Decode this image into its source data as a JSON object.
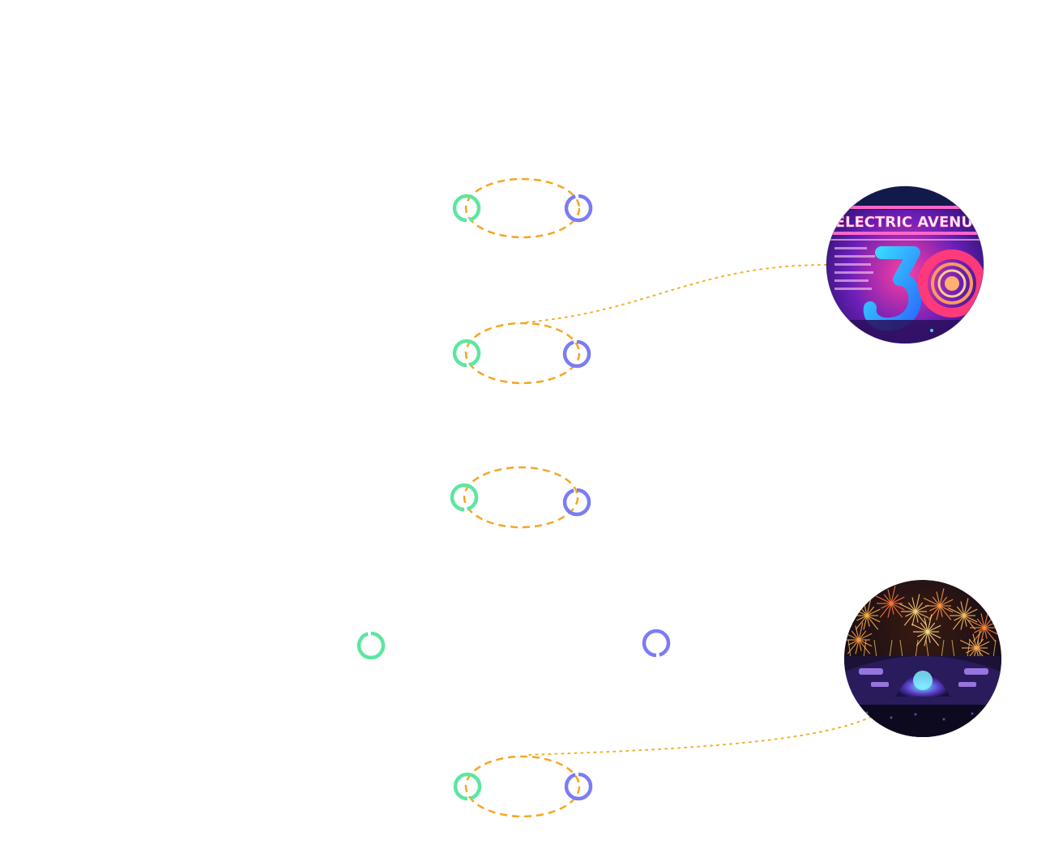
{
  "colors": {
    "background": "#ffffff",
    "node_left": "#5de6a0",
    "node_right": "#7b7cf4",
    "link_dashed": "#f5a623",
    "link_dotted": "#f5b027"
  },
  "nodes": [
    {
      "id": "pair-1-left",
      "color": "node_left",
      "gap": "bottom"
    },
    {
      "id": "pair-1-right",
      "color": "node_right",
      "gap": "top"
    },
    {
      "id": "pair-2-left",
      "color": "node_left",
      "gap": "bottom"
    },
    {
      "id": "pair-2-right",
      "color": "node_right",
      "gap": "top"
    },
    {
      "id": "pair-3-left",
      "color": "node_left",
      "gap": "bottom"
    },
    {
      "id": "pair-3-right",
      "color": "node_right",
      "gap": "top"
    },
    {
      "id": "pair-4-left",
      "color": "node_left",
      "gap": "top"
    },
    {
      "id": "pair-4-right",
      "color": "node_right",
      "gap": "bottom"
    },
    {
      "id": "pair-5-left",
      "color": "node_left",
      "gap": "bottom"
    },
    {
      "id": "pair-5-right",
      "color": "node_right",
      "gap": "top"
    }
  ],
  "loops": [
    {
      "id": "loop-1",
      "pair": 1
    },
    {
      "id": "loop-2",
      "pair": 2
    },
    {
      "id": "loop-3",
      "pair": 3
    },
    {
      "id": "loop-5",
      "pair": 5
    }
  ],
  "photos": [
    {
      "id": "photo-electric-avenue",
      "icon": "neon-festival-photo",
      "sign_text": "ELECTRIC AVENUE",
      "big_text": "30",
      "links_to": "loop-2"
    },
    {
      "id": "photo-fireworks-stage",
      "icon": "fireworks-stage-photo",
      "links_to": "loop-5"
    }
  ]
}
